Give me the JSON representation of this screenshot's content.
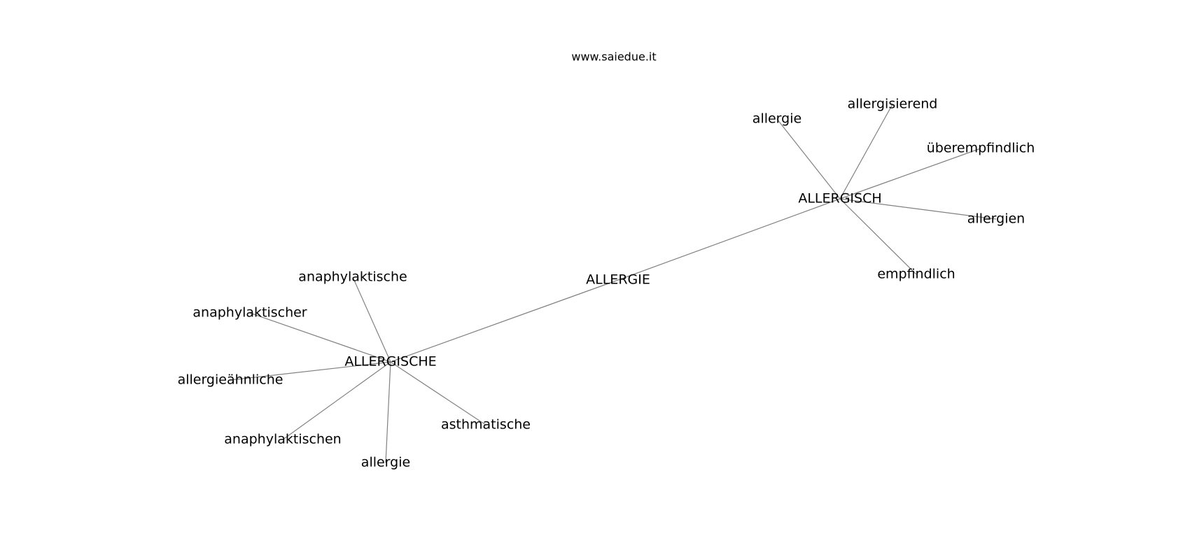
{
  "watermark": "www.saiedue.it",
  "graph": {
    "nodes": [
      {
        "id": "allergie_root",
        "label": "ALLERGIE"
      },
      {
        "id": "allergisch",
        "label": "ALLERGISCH"
      },
      {
        "id": "allergische",
        "label": "ALLERGISCHE"
      },
      {
        "id": "allergie_a",
        "label": "allergie"
      },
      {
        "id": "allergisierend",
        "label": "allergisierend"
      },
      {
        "id": "ueberempfindlich",
        "label": "überempfindlich"
      },
      {
        "id": "allergien",
        "label": "allergien"
      },
      {
        "id": "empfindlich",
        "label": "empfindlich"
      },
      {
        "id": "anaphylaktische",
        "label": "anaphylaktische"
      },
      {
        "id": "anaphylaktischer",
        "label": "anaphylaktischer"
      },
      {
        "id": "allergieaehnliche",
        "label": "allergieähnliche"
      },
      {
        "id": "anaphylaktischen",
        "label": "anaphylaktischen"
      },
      {
        "id": "allergie_b",
        "label": "allergie"
      },
      {
        "id": "asthmatische",
        "label": "asthmatische"
      }
    ],
    "edges": [
      {
        "source": "allergie_root",
        "target": "allergisch"
      },
      {
        "source": "allergie_root",
        "target": "allergische"
      },
      {
        "source": "allergisch",
        "target": "allergie_a"
      },
      {
        "source": "allergisch",
        "target": "allergisierend"
      },
      {
        "source": "allergisch",
        "target": "ueberempfindlich"
      },
      {
        "source": "allergisch",
        "target": "allergien"
      },
      {
        "source": "allergisch",
        "target": "empfindlich"
      },
      {
        "source": "allergische",
        "target": "anaphylaktische"
      },
      {
        "source": "allergische",
        "target": "anaphylaktischer"
      },
      {
        "source": "allergische",
        "target": "allergieaehnliche"
      },
      {
        "source": "allergische",
        "target": "anaphylaktischen"
      },
      {
        "source": "allergische",
        "target": "allergie_b"
      },
      {
        "source": "allergische",
        "target": "asthmatische"
      }
    ]
  },
  "colors": {
    "edge": "#808080",
    "text": "#000000",
    "background": "#ffffff"
  }
}
